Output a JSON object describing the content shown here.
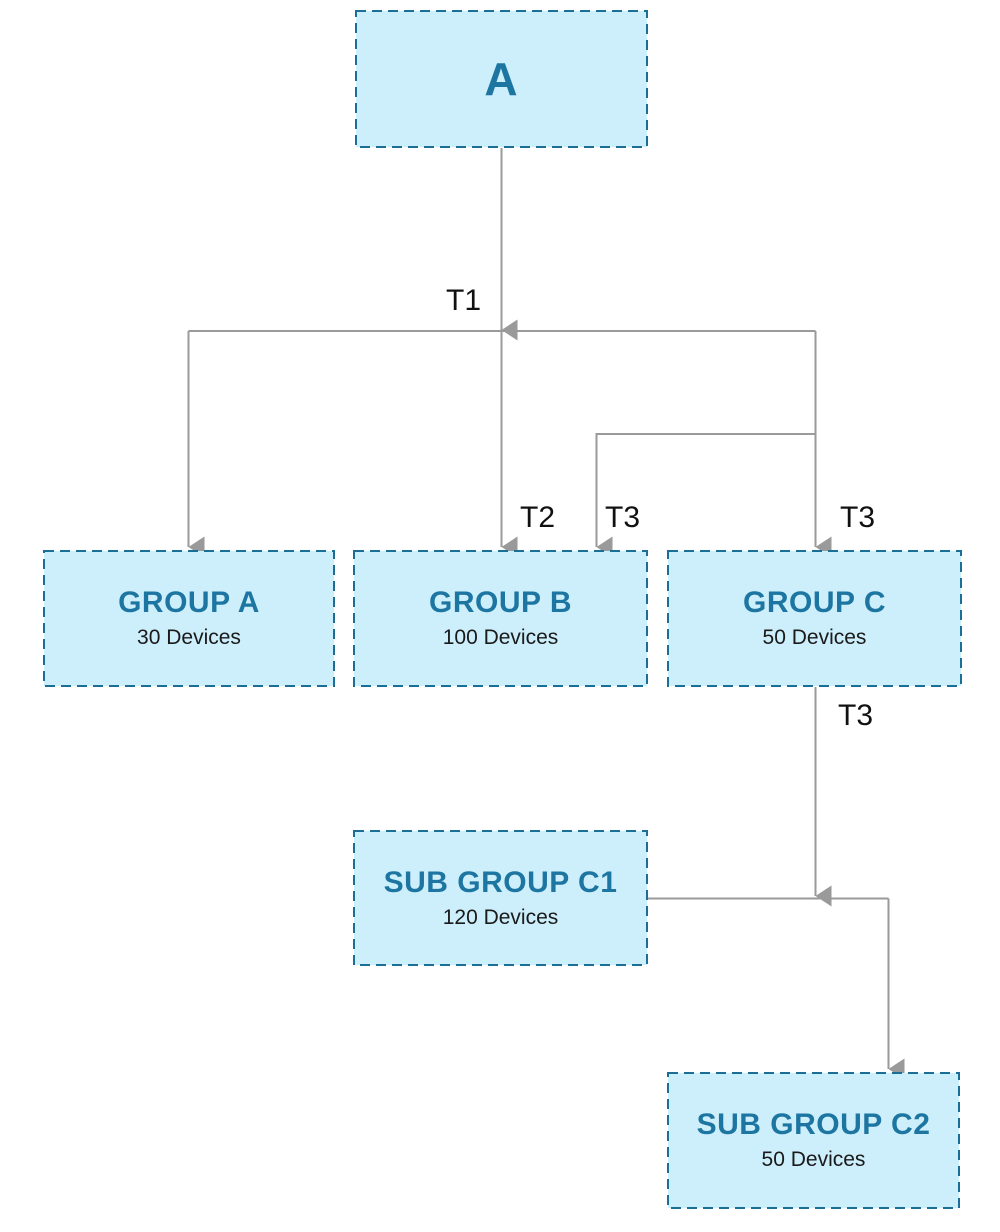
{
  "diagram": {
    "colors": {
      "background": "#ffffff",
      "node_fill": "#cdeefb",
      "node_border": "#1b6e96",
      "title_color": "#1d76a1",
      "subtitle_color": "#1a1a1a",
      "connector": "#9a9a9a",
      "edge_label_color": "#111111"
    },
    "nodes": {
      "root": {
        "title": "A"
      },
      "group_a": {
        "title": "GROUP A",
        "subtitle": "30 Devices"
      },
      "group_b": {
        "title": "GROUP B",
        "subtitle": "100 Devices"
      },
      "group_c": {
        "title": "GROUP C",
        "subtitle": "50 Devices"
      },
      "sub_group_c1": {
        "title": "SUB GROUP C1",
        "subtitle": "120 Devices"
      },
      "sub_group_c2": {
        "title": "SUB GROUP C2",
        "subtitle": "50 Devices"
      }
    },
    "edge_labels": {
      "t1": "T1",
      "t2": "T2",
      "t3_to_group_b": "T3",
      "t3_to_group_c": "T3",
      "t3_from_group_c": "T3"
    }
  }
}
